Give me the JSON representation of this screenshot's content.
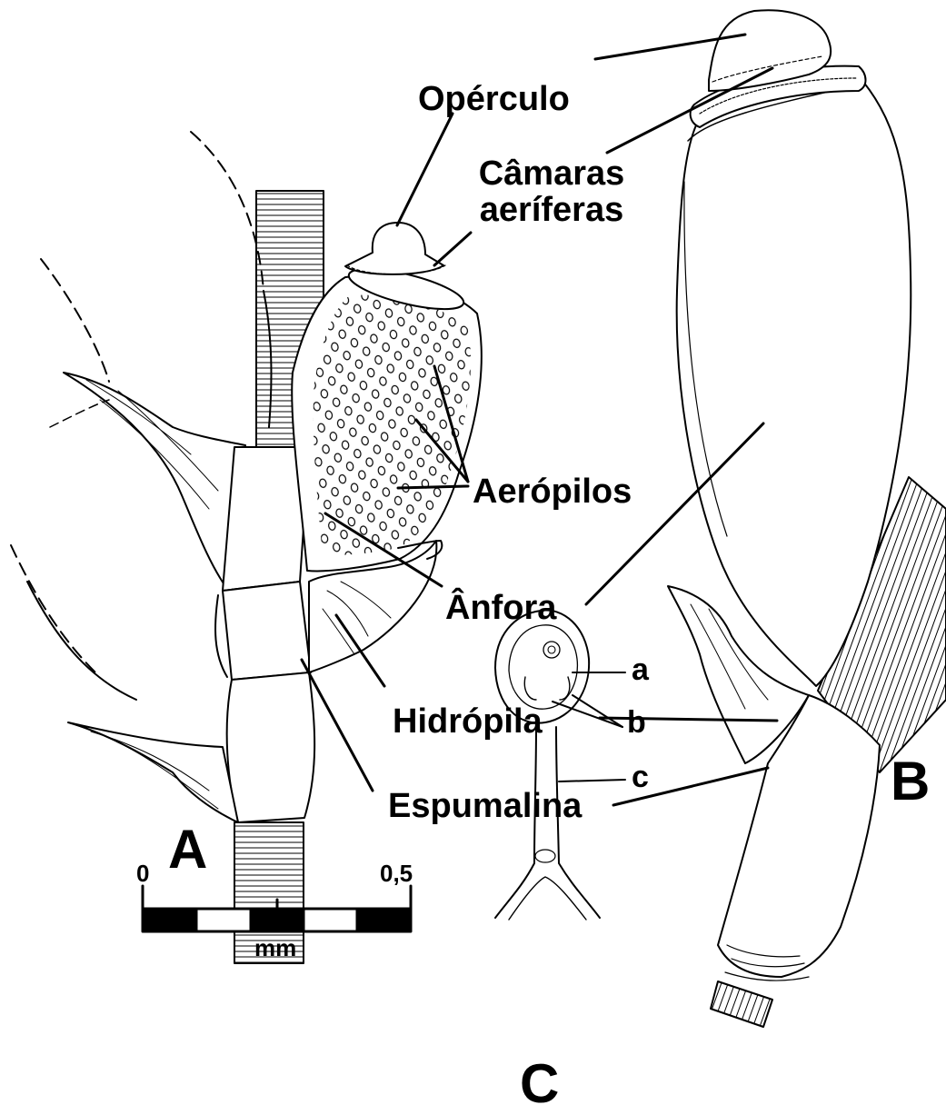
{
  "figure": {
    "labels": {
      "operculo": "Opérculo",
      "camaras_line1": "Câmaras",
      "camaras_line2": "aeríferas",
      "aeropilos": "Aerópilos",
      "anfora": "Ânfora",
      "hidropila": "Hidrópila",
      "espumalina": "Espumalina"
    },
    "panels": {
      "a": "A",
      "b": "B",
      "c": "C"
    },
    "panel_c_parts": {
      "a": "a",
      "b": "b",
      "c": "c"
    },
    "scale_bar": {
      "start": "0",
      "end": "0,5",
      "unit": "mm"
    }
  }
}
